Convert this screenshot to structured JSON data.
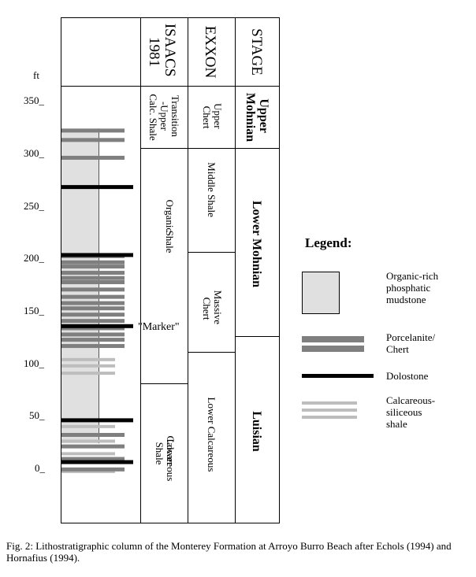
{
  "y_axis": {
    "unit": "ft",
    "ticks": [
      "350_",
      "300_",
      "250_",
      "200_",
      "150_",
      "100_",
      "50_",
      "0_"
    ]
  },
  "columns": {
    "isaacs": {
      "header_lines": [
        "ISAACS",
        "1981"
      ],
      "units": [
        {
          "lines": [
            "Transition",
            "-Upper",
            "Calc. Shale"
          ]
        },
        {
          "lines": [
            "Organic",
            "Shale"
          ]
        },
        {
          "lines": [
            "Lower",
            "Calcareous",
            "Shale"
          ]
        }
      ],
      "marker": "\"Marker\""
    },
    "exxon": {
      "header_lines": [
        "EXXON"
      ],
      "units": [
        {
          "lines": [
            "Upper",
            "Chert"
          ]
        },
        {
          "lines": [
            "Middle Shale"
          ]
        },
        {
          "lines": [
            "Massive",
            "Chert"
          ]
        },
        {
          "lines": [
            "Lower Calcareous"
          ]
        }
      ]
    },
    "stage": {
      "header_lines": [
        "STAGE"
      ],
      "units": [
        {
          "lines": [
            "Upper",
            "Mohnian"
          ]
        },
        {
          "lines": [
            "Lower Mohnian"
          ]
        },
        {
          "lines": [
            "Luisian"
          ]
        }
      ]
    }
  },
  "legend": {
    "title": "Legend:",
    "items": [
      {
        "lines": [
          "Organic-rich",
          "phosphatic",
          "mudstone"
        ],
        "color": "#e0e0e0"
      },
      {
        "lines": [
          "Porcelanite/",
          "Chert"
        ],
        "color": "#7f7f7f"
      },
      {
        "lines": [
          "Dolostone"
        ],
        "color": "#000000"
      },
      {
        "lines": [
          "Calcareous-",
          "siliceous",
          "shale"
        ],
        "color": "#bdbdbd"
      }
    ]
  },
  "lithology": {
    "mudstone_interval_ft": [
      24,
      325
    ],
    "porcelanite_beds_ft": [
      -1,
      9,
      21,
      32,
      117,
      123,
      128,
      134,
      141,
      147,
      153,
      158,
      164,
      171,
      178,
      182,
      187,
      193,
      197,
      203,
      297,
      314,
      323
    ],
    "dolostone_beds_ft": [
      6,
      46,
      136,
      204,
      269
    ],
    "calc_siliceous_beds_ft": [
      -3,
      14,
      26,
      40,
      91,
      98,
      104
    ]
  },
  "caption": "Fig. 2: Lithostratigraphic column of the Monterey Formation at Arroyo Burro Beach after Echols (1994) and Hornafius (1994)."
}
